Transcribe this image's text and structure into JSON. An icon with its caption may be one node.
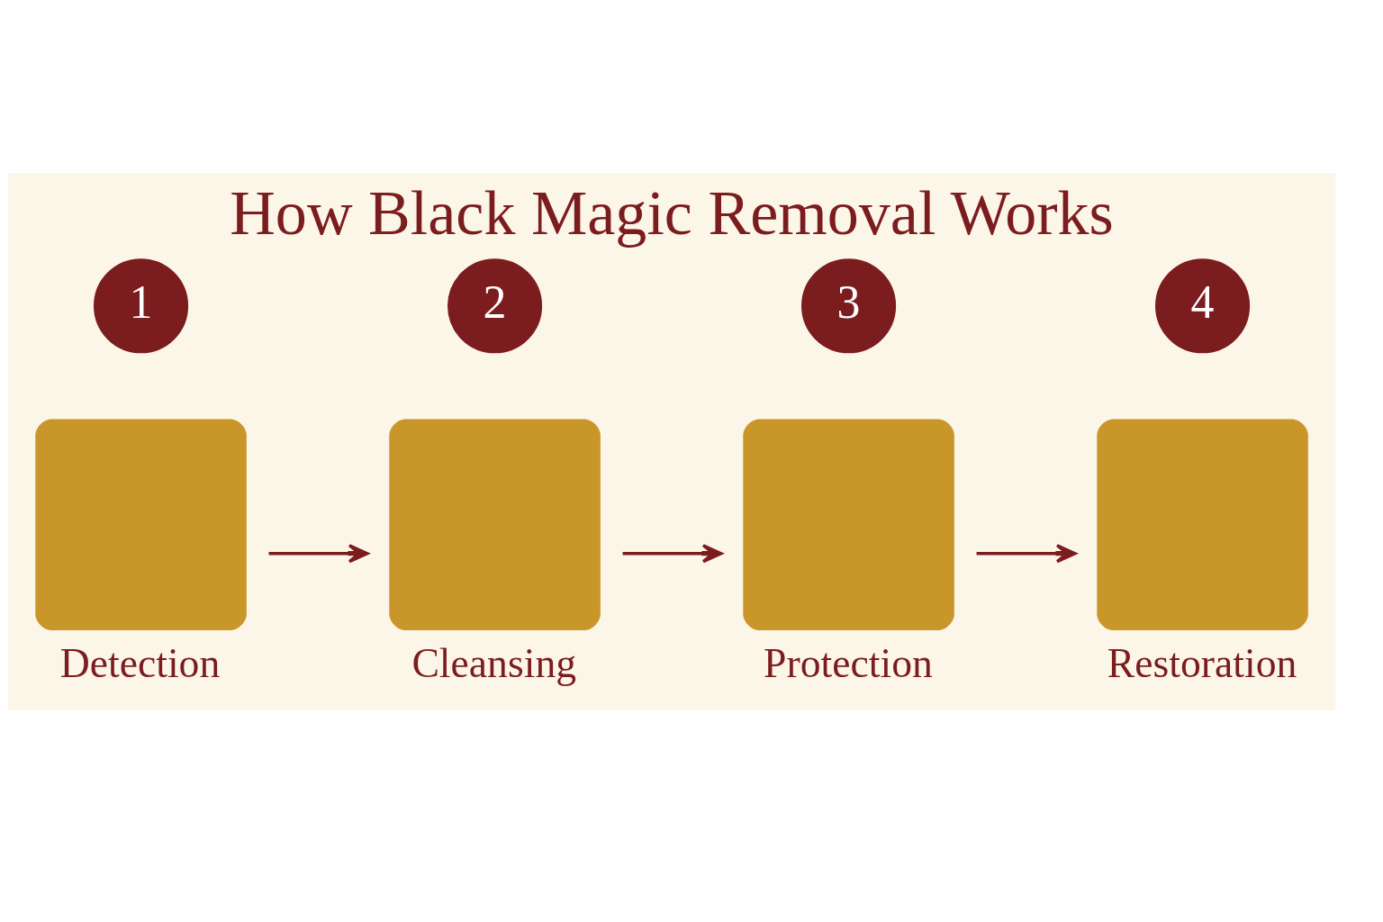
{
  "diagram": {
    "title": "How Black Magic Removal Works",
    "nodes": [
      {
        "text": [
          "1"
        ]
      },
      {
        "text": [
          "2"
        ]
      },
      {
        "text": [
          "3"
        ]
      },
      {
        "text": [
          "4"
        ]
      },
      {
        "text": [],
        "shape": "box",
        "beside": [
          "Detection"
        ]
      },
      {
        "text": [],
        "shape": "box",
        "beside": [
          "Cleansing"
        ]
      },
      {
        "text": [],
        "shape": "box",
        "beside": [
          "Protection"
        ]
      },
      {
        "text": [],
        "shape": "box",
        "beside": [
          "Restoration"
        ]
      }
    ],
    "edges": [
      {
        "from": 4,
        "to": 5,
        "arrow": "to"
      },
      {
        "from": 5,
        "to": 6,
        "arrow": "to"
      },
      {
        "from": 6,
        "to": 7,
        "arrow": "to"
      }
    ]
  }
}
